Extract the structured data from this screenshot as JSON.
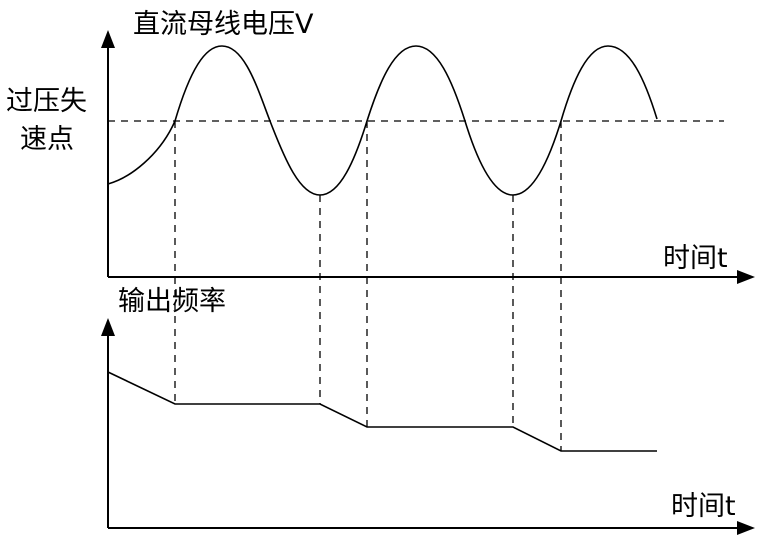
{
  "top_panel": {
    "y_axis_label": "直流母线电压V",
    "threshold_label_line1": "过压失",
    "threshold_label_line2": "速点",
    "x_axis_label": "时间t"
  },
  "bottom_panel": {
    "y_axis_label": "输出频率",
    "x_axis_label": "时间t"
  }
}
